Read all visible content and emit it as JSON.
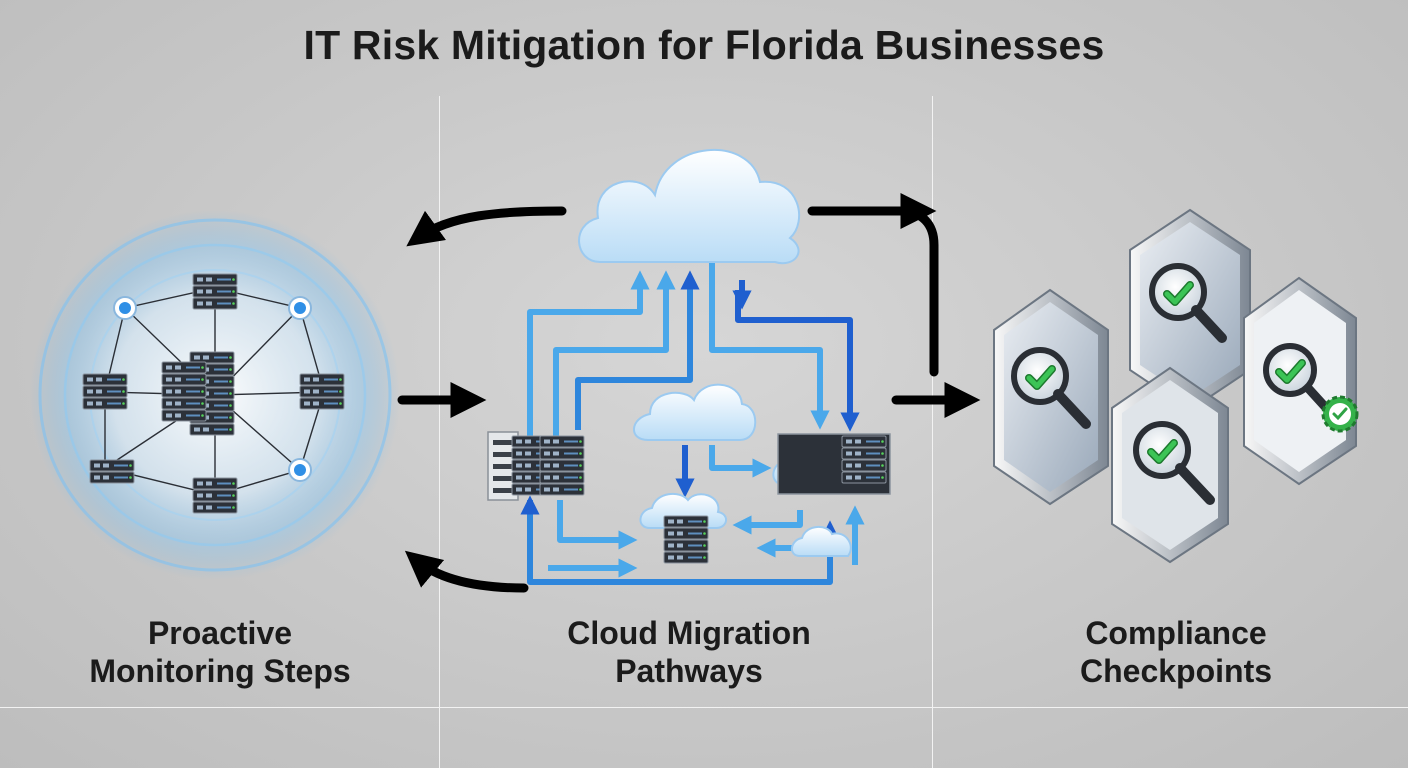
{
  "title": "IT Risk Mitigation for Florida Businesses",
  "panels": [
    {
      "label_line1": "Proactive",
      "label_line2": "Monitoring Steps",
      "icon": "network-monitoring-icon"
    },
    {
      "label_line1": "Cloud Migration",
      "label_line2": "Pathways",
      "icon": "cloud-migration-icon"
    },
    {
      "label_line1": "Compliance",
      "label_line2": "Checkpoints",
      "icon": "shield-checkmark-icon"
    }
  ],
  "colors": {
    "background": "#c8c8c8",
    "text": "#1b1b1b",
    "glow_blue": "#6ab8f0",
    "arrow_light_blue": "#4aa8ea",
    "arrow_dark_blue": "#1f5fcf",
    "check_green": "#2fb34a",
    "flow_arrow": "#000000"
  }
}
